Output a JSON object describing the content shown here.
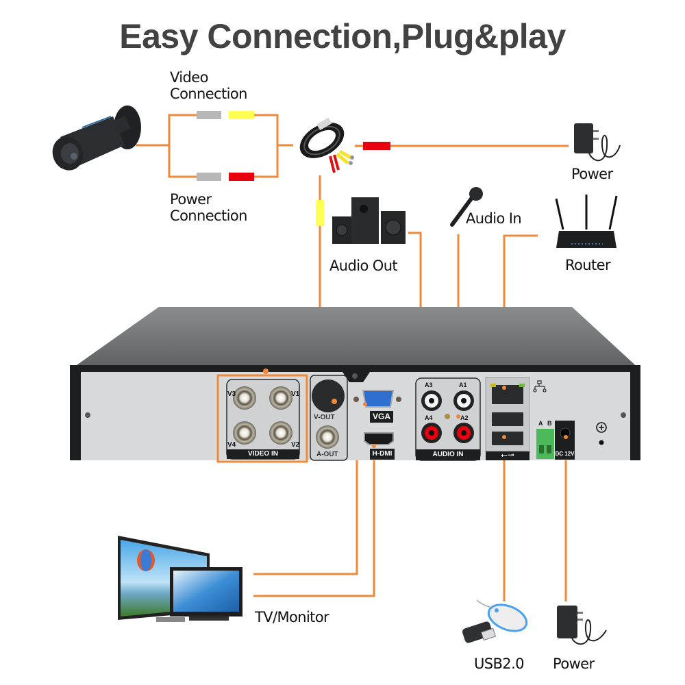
{
  "title": "Easy Connection,Plug&play",
  "colors": {
    "wire": "#f0893a",
    "video_plug": "#ffff55",
    "power_plug": "#e8000f",
    "camera_side_plug": "#b8b8b8",
    "dvr_body": "#d9dadc",
    "dvr_top": "#6f7173"
  },
  "labels": {
    "video_connection": [
      "Video",
      "Connection"
    ],
    "power_connection": [
      "Power",
      "Connection"
    ],
    "power_top": "Power",
    "audio_out": "Audio Out",
    "audio_in": "Audio In",
    "router": "Router",
    "tv_monitor": "TV/Monitor",
    "usb": "USB2.0",
    "power_bottom": "Power"
  },
  "dvr_panel": {
    "video_in": {
      "label": "VIDEO IN",
      "ports": [
        "V3",
        "V1",
        "V4",
        "V2"
      ]
    },
    "v_out": "V-OUT",
    "a_out": "A-OUT",
    "vga": "VGA",
    "hdmi": "H-DMI",
    "audio_in": {
      "label": "AUDIO IN",
      "ports": [
        "A3",
        "A1",
        "A4",
        "A2"
      ]
    },
    "rs485": [
      "A",
      "B"
    ],
    "dc": "DC 12V"
  },
  "icons": [
    "camera-icon",
    "cable-icon",
    "power-adapter-icon",
    "speaker-icon",
    "microphone-icon",
    "router-icon",
    "tv-icon",
    "usb-drive-icon",
    "mouse-icon",
    "network-icon",
    "usb-symbol-icon",
    "ground-icon"
  ]
}
